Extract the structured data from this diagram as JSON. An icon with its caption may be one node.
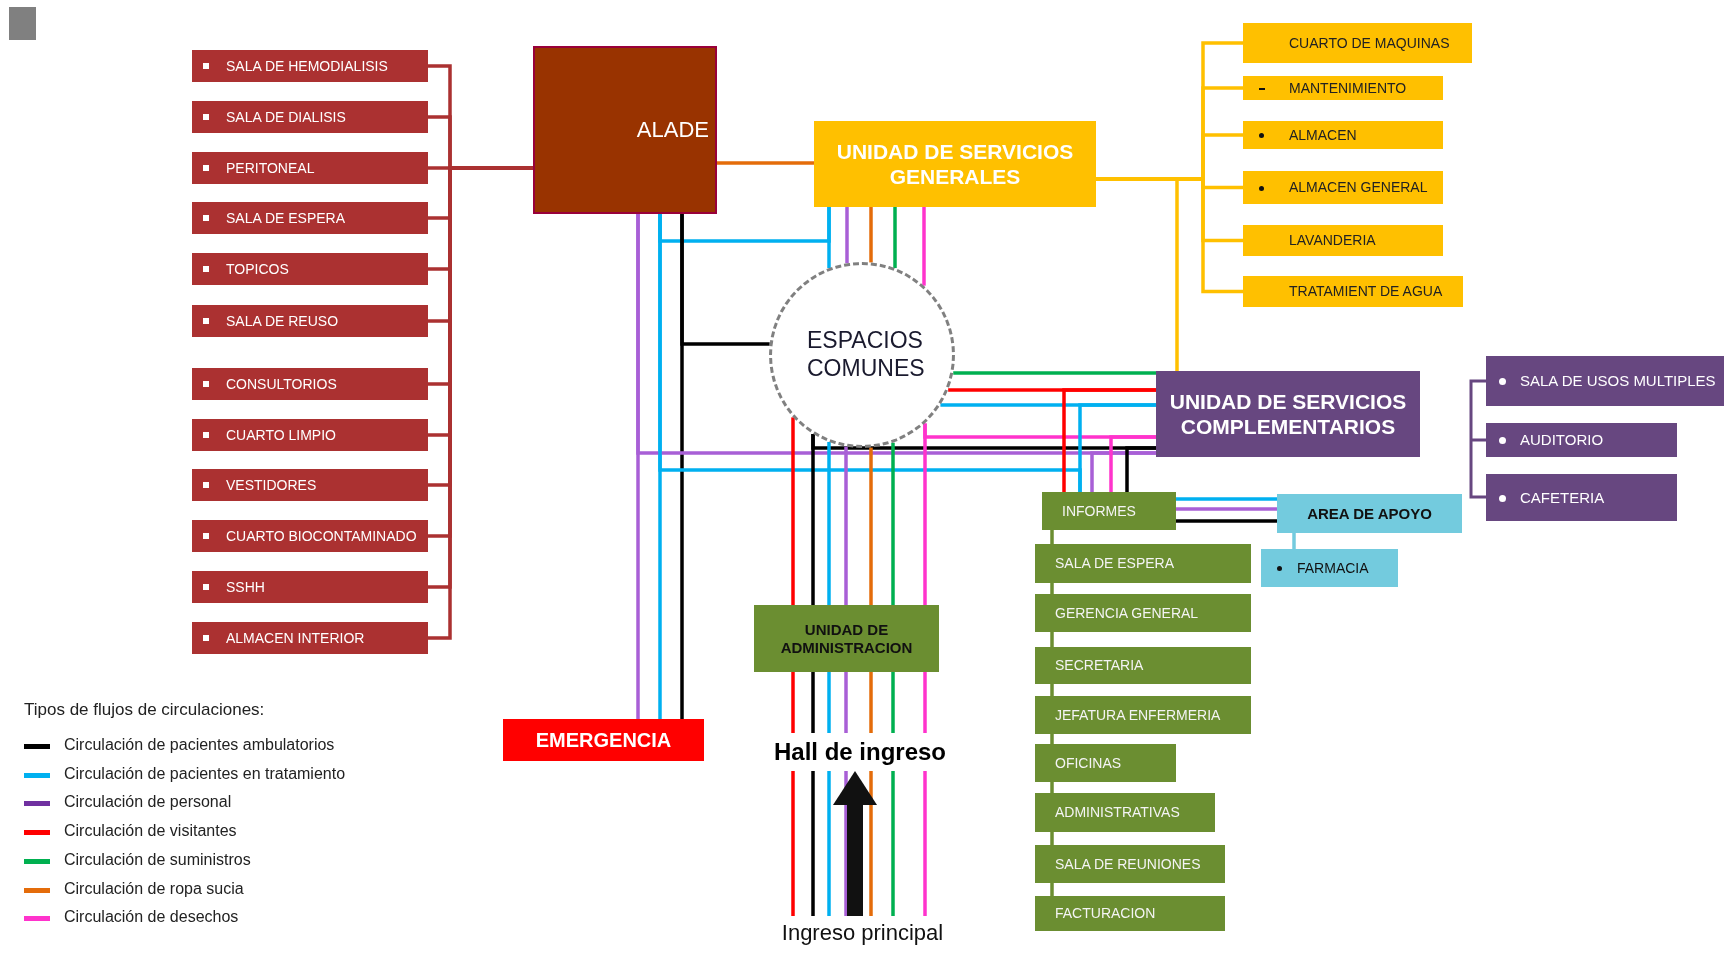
{
  "diagram": {
    "nodes": [
      {
        "text": [
          "SALA DE HEMODIALISIS"
        ]
      },
      {
        "text": [
          "SALA DE DIALISIS"
        ]
      },
      {
        "text": [
          "PERITONEAL"
        ]
      },
      {
        "text": [
          "SALA DE ESPERA"
        ]
      },
      {
        "text": [
          "TOPICOS"
        ]
      },
      {
        "text": [
          "SALA DE REUSO"
        ]
      },
      {
        "text": [
          "CONSULTORIOS"
        ]
      },
      {
        "text": [
          "CUARTO LIMPIO"
        ]
      },
      {
        "text": [
          "VESTIDORES"
        ]
      },
      {
        "text": [
          "CUARTO BIOCONTAMINADO"
        ]
      },
      {
        "text": [
          "SSHH"
        ]
      },
      {
        "text": [
          "ALMACEN INTERIOR"
        ]
      },
      {
        "text": [
          "ALADE"
        ]
      },
      {
        "text": [
          "UNIDAD DE SERVICIOS GENERALES"
        ]
      },
      {
        "text": [
          "CUARTO DE MAQUINAS"
        ]
      },
      {
        "text": [
          "MANTENIMIENTO"
        ]
      },
      {
        "text": [
          "ALMACEN"
        ]
      },
      {
        "text": [
          "ALMACEN GENERAL"
        ]
      },
      {
        "text": [
          "LAVANDERIA"
        ]
      },
      {
        "text": [
          "TRATAMIENT DE AGUA"
        ]
      },
      {
        "text": [
          "ESPACIOS COMUNES"
        ]
      },
      {
        "text": [
          "UNIDAD DE SERVICIOS COMPLEMENTARIOS"
        ]
      },
      {
        "text": [
          "SALA DE USOS MULTIPLES"
        ]
      },
      {
        "text": [
          "AUDITORIO"
        ]
      },
      {
        "text": [
          "CAFETERIA"
        ]
      },
      {
        "text": [
          "INFORMES"
        ]
      },
      {
        "text": [
          "SALA DE ESPERA"
        ]
      },
      {
        "text": [
          "GERENCIA GENERAL"
        ]
      },
      {
        "text": [
          "SECRETARIA"
        ]
      },
      {
        "text": [
          "JEFATURA ENFERMERIA"
        ]
      },
      {
        "text": [
          "OFICINAS"
        ]
      },
      {
        "text": [
          "ADMINISTRATIVAS"
        ]
      },
      {
        "text": [
          "SALA DE REUNIONES"
        ]
      },
      {
        "text": [
          "FACTURACION"
        ]
      },
      {
        "text": [
          "AREA DE APOYO"
        ]
      },
      {
        "text": [
          "FARMACIA"
        ]
      },
      {
        "text": [
          "UNIDAD DE ADMINISTRACION"
        ]
      },
      {
        "text": [
          "EMERGENCIA"
        ]
      },
      {
        "text": [
          "Hall de ingreso"
        ]
      },
      {
        "text": [
          "Ingreso principal"
        ]
      }
    ],
    "edges": [
      {
        "from": 12,
        "to": 0,
        "arrow": "none",
        "color": "#ab3131"
      },
      {
        "from": 12,
        "to": 1,
        "arrow": "none",
        "color": "#ab3131"
      },
      {
        "from": 12,
        "to": 2,
        "arrow": "none",
        "color": "#ab3131"
      },
      {
        "from": 12,
        "to": 3,
        "arrow": "none",
        "color": "#ab3131"
      },
      {
        "from": 12,
        "to": 4,
        "arrow": "none",
        "color": "#ab3131"
      },
      {
        "from": 12,
        "to": 5,
        "arrow": "none",
        "color": "#ab3131"
      },
      {
        "from": 12,
        "to": 6,
        "arrow": "none",
        "color": "#ab3131"
      },
      {
        "from": 12,
        "to": 7,
        "arrow": "none",
        "color": "#ab3131"
      },
      {
        "from": 12,
        "to": 8,
        "arrow": "none",
        "color": "#ab3131"
      },
      {
        "from": 12,
        "to": 9,
        "arrow": "none",
        "color": "#ab3131"
      },
      {
        "from": 12,
        "to": 10,
        "arrow": "none",
        "color": "#ab3131"
      },
      {
        "from": 12,
        "to": 11,
        "arrow": "none",
        "color": "#ab3131"
      },
      {
        "from": 13,
        "to": 14,
        "arrow": "none",
        "color": "#ffc000"
      },
      {
        "from": 13,
        "to": 15,
        "arrow": "none",
        "color": "#ffc000"
      },
      {
        "from": 13,
        "to": 16,
        "arrow": "none",
        "color": "#ffc000"
      },
      {
        "from": 13,
        "to": 17,
        "arrow": "none",
        "color": "#ffc000"
      },
      {
        "from": 13,
        "to": 18,
        "arrow": "none",
        "color": "#ffc000"
      },
      {
        "from": 13,
        "to": 19,
        "arrow": "none",
        "color": "#ffc000"
      },
      {
        "from": 13,
        "to": 21,
        "arrow": "none",
        "color": "#ffc000"
      },
      {
        "from": 13,
        "to": 12,
        "arrow": "none",
        "color": "#e46c0a"
      },
      {
        "from": 13,
        "to": 12,
        "arrow": "none",
        "color": "#00b0f0"
      },
      {
        "from": 13,
        "to": 20,
        "arrow": "none",
        "color": "#00b0f0"
      },
      {
        "from": 13,
        "to": 20,
        "arrow": "none",
        "color": "#a85fd6"
      },
      {
        "from": 13,
        "to": 20,
        "arrow": "none",
        "color": "#e46c0a"
      },
      {
        "from": 13,
        "to": 20,
        "arrow": "none",
        "color": "#00b050"
      },
      {
        "from": 13,
        "to": 20,
        "arrow": "none",
        "color": "#ff33cc"
      },
      {
        "from": 12,
        "to": 37,
        "arrow": "none",
        "color": "#a85fd6"
      },
      {
        "from": 12,
        "to": 37,
        "arrow": "none",
        "color": "#00b0f0"
      },
      {
        "from": 12,
        "to": 37,
        "arrow": "none",
        "color": "#000000"
      },
      {
        "from": 12,
        "to": 21,
        "arrow": "none",
        "color": "#a85fd6"
      },
      {
        "from": 12,
        "to": 20,
        "arrow": "none",
        "color": "#000000"
      },
      {
        "from": 12,
        "to": 25,
        "arrow": "none",
        "color": "#00b0f0"
      },
      {
        "from": 20,
        "to": 21,
        "arrow": "none",
        "color": "#00b050"
      },
      {
        "from": 20,
        "to": 21,
        "arrow": "none",
        "color": "#ff0000"
      },
      {
        "from": 20,
        "to": 21,
        "arrow": "none",
        "color": "#00b0f0"
      },
      {
        "from": 20,
        "to": 21,
        "arrow": "none",
        "color": "#ff33cc"
      },
      {
        "from": 20,
        "to": 21,
        "arrow": "none",
        "color": "#000000"
      },
      {
        "from": 21,
        "to": 25,
        "arrow": "none",
        "color": "#ff0000"
      },
      {
        "from": 21,
        "to": 25,
        "arrow": "none",
        "color": "#a85fd6"
      },
      {
        "from": 21,
        "to": 25,
        "arrow": "none",
        "color": "#ff33cc"
      },
      {
        "from": 21,
        "to": 25,
        "arrow": "none",
        "color": "#000000"
      },
      {
        "from": 21,
        "to": 25,
        "arrow": "none",
        "color": "#00b0f0"
      },
      {
        "from": 20,
        "to": 36,
        "arrow": "none",
        "color": "#ff0000"
      },
      {
        "from": 20,
        "to": 36,
        "arrow": "none",
        "color": "#000000"
      },
      {
        "from": 20,
        "to": 36,
        "arrow": "none",
        "color": "#00b0f0"
      },
      {
        "from": 20,
        "to": 36,
        "arrow": "none",
        "color": "#a85fd6"
      },
      {
        "from": 20,
        "to": 36,
        "arrow": "none",
        "color": "#e46c0a"
      },
      {
        "from": 20,
        "to": 36,
        "arrow": "none",
        "color": "#00b050"
      },
      {
        "from": 20,
        "to": 36,
        "arrow": "none",
        "color": "#ff33cc"
      },
      {
        "from": 36,
        "to": 38,
        "arrow": "none",
        "color": "#ff0000"
      },
      {
        "from": 36,
        "to": 38,
        "arrow": "none",
        "color": "#000000"
      },
      {
        "from": 36,
        "to": 38,
        "arrow": "none",
        "color": "#00b0f0"
      },
      {
        "from": 36,
        "to": 38,
        "arrow": "none",
        "color": "#a85fd6"
      },
      {
        "from": 36,
        "to": 38,
        "arrow": "none",
        "color": "#e46c0a"
      },
      {
        "from": 36,
        "to": 38,
        "arrow": "none",
        "color": "#00b050"
      },
      {
        "from": 36,
        "to": 38,
        "arrow": "none",
        "color": "#ff33cc"
      },
      {
        "from": 38,
        "to": 39,
        "arrow": "none",
        "color": "#ff0000"
      },
      {
        "from": 38,
        "to": 39,
        "arrow": "none",
        "color": "#000000"
      },
      {
        "from": 38,
        "to": 39,
        "arrow": "none",
        "color": "#00b0f0"
      },
      {
        "from": 38,
        "to": 39,
        "arrow": "none",
        "color": "#a85fd6"
      },
      {
        "from": 38,
        "to": 39,
        "arrow": "none",
        "color": "#e46c0a"
      },
      {
        "from": 38,
        "to": 39,
        "arrow": "none",
        "color": "#00b050"
      },
      {
        "from": 38,
        "to": 39,
        "arrow": "none",
        "color": "#ff33cc"
      },
      {
        "from": 39,
        "to": 38,
        "arrow": "to",
        "style": "thick",
        "color": "#111111"
      },
      {
        "from": 25,
        "to": 34,
        "arrow": "none",
        "color": "#00b0f0"
      },
      {
        "from": 25,
        "to": 34,
        "arrow": "none",
        "color": "#a85fd6"
      },
      {
        "from": 25,
        "to": 34,
        "arrow": "none",
        "color": "#000000"
      },
      {
        "from": 34,
        "to": 35,
        "arrow": "none",
        "color": "#73cbde"
      },
      {
        "from": 25,
        "to": 26,
        "arrow": "none",
        "color": "#6b8e31"
      },
      {
        "from": 26,
        "to": 27,
        "arrow": "none",
        "color": "#6b8e31"
      },
      {
        "from": 27,
        "to": 28,
        "arrow": "none",
        "color": "#6b8e31"
      },
      {
        "from": 28,
        "to": 29,
        "arrow": "none",
        "color": "#6b8e31"
      },
      {
        "from": 29,
        "to": 30,
        "arrow": "none",
        "color": "#6b8e31"
      },
      {
        "from": 30,
        "to": 31,
        "arrow": "none",
        "color": "#6b8e31"
      },
      {
        "from": 31,
        "to": 32,
        "arrow": "none",
        "color": "#6b8e31"
      },
      {
        "from": 32,
        "to": 33,
        "arrow": "none",
        "color": "#6b8e31"
      }
    ],
    "labels": [
      "Tipos de flujos de circulaciones:"
    ],
    "legend": [
      {
        "text": "Circulación de pacientes ambulatorios",
        "color": "#000000"
      },
      {
        "text": "Circulación de pacientes en tratamiento",
        "color": "#00b0f0"
      },
      {
        "text": "Circulación de personal",
        "color": "#7030a0"
      },
      {
        "text": "Circulación de visitantes",
        "color": "#ff0000"
      },
      {
        "text": "Circulación de suministros",
        "color": "#00b050"
      },
      {
        "text": "Circulación de ropa sucia",
        "color": "#e46c0a"
      },
      {
        "text": "Circulación de desechos",
        "color": "#ff33cc"
      }
    ]
  }
}
